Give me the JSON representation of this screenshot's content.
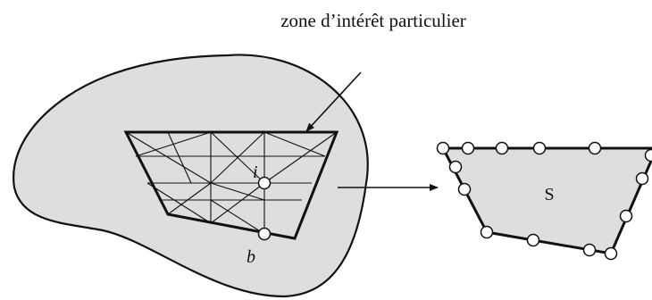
{
  "figure": {
    "title": "zone d’intérêt particulier",
    "node_label_i": "i",
    "node_label_b": "b",
    "region_label_s": "S"
  },
  "colors": {
    "fill": "#dedede",
    "stroke": "#111111",
    "node_fill": "#ffffff"
  }
}
